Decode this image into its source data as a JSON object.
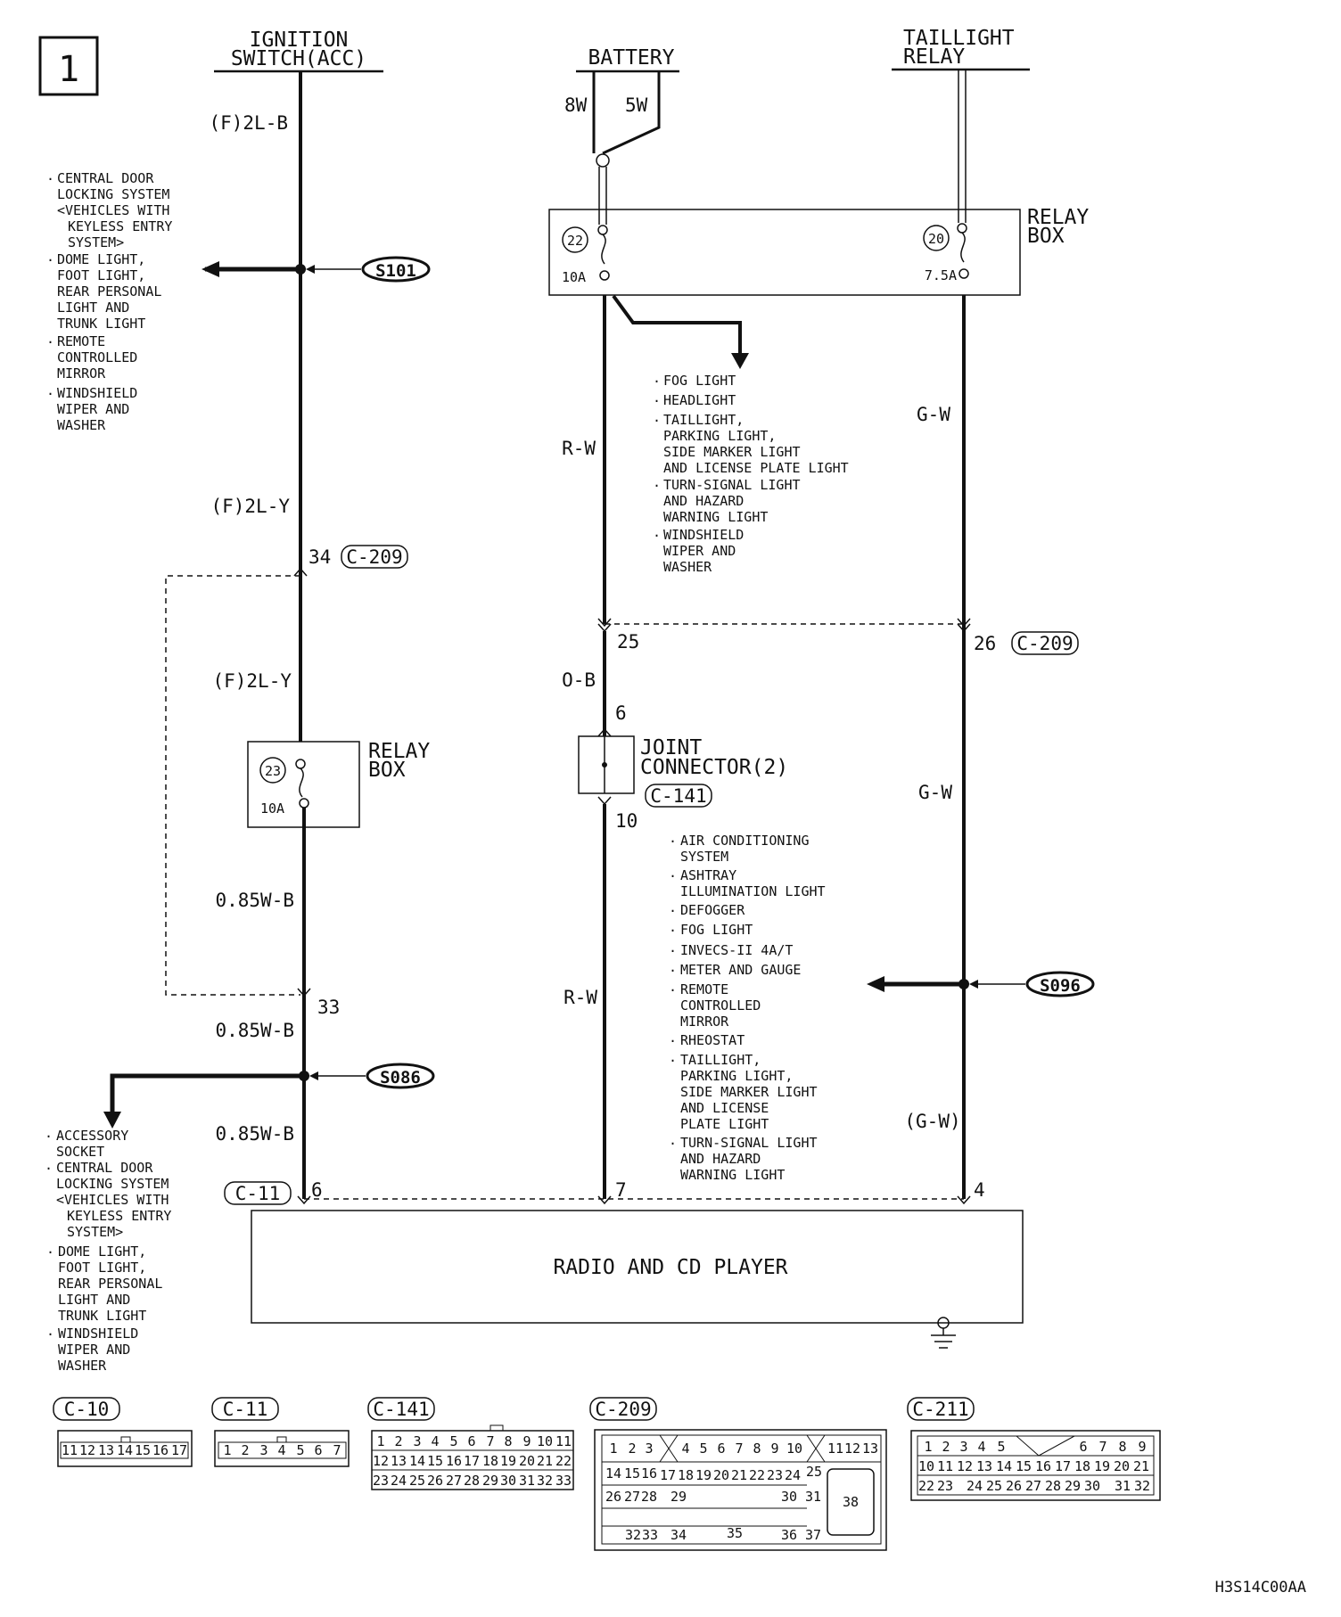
{
  "page_number": "1",
  "diagram_code": "H3S14C00AA",
  "headers": {
    "ignition": [
      "IGNITION",
      "SWITCH(ACC)"
    ],
    "battery": [
      "BATTERY"
    ],
    "taillight": [
      "TAILLIGHT",
      "RELAY"
    ]
  },
  "wire_labels": {
    "ign_1": "(F)2L-B",
    "ign_2": "(F)2L-Y",
    "ign_3": "(F)2L-Y",
    "ign_4": "0.85W-B",
    "ign_5": "0.85W-B",
    "ign_6": "0.85W-B",
    "bat_8w": "8W",
    "bat_5w": "5W",
    "bat_rw1": "R-W",
    "bat_ob": "O-B",
    "bat_rw2": "R-W",
    "tail_gw1": "G-W",
    "tail_gw2": "G-W",
    "tail_gw3": "(G-W)"
  },
  "relay_box_top": {
    "label": [
      "RELAY",
      "BOX"
    ],
    "fuse_a_num": "22",
    "fuse_a_amp": "10A",
    "fuse_b_num": "20",
    "fuse_b_amp": "7.5A"
  },
  "relay_box_left": {
    "label": [
      "RELAY",
      "BOX"
    ],
    "fuse_num": "23",
    "fuse_amp": "10A"
  },
  "joint_connector": {
    "label": [
      "JOINT",
      "CONNECTOR(2)"
    ],
    "connector": "C-141",
    "pin_in": "6",
    "pin_out": "10"
  },
  "splices": {
    "s101": "S101",
    "s086": "S086",
    "s096": "S096"
  },
  "c209_pins": {
    "ign": "34",
    "bat": "25",
    "tail": "26",
    "label": "C-209"
  },
  "c209_lower_pin": "33",
  "radio": {
    "label": "RADIO AND CD PLAYER",
    "connector": "C-11",
    "pin_ign": "6",
    "pin_bat": "7",
    "pin_tail": "4"
  },
  "lists": {
    "s101": [
      [
        "CENTRAL DOOR",
        "LOCKING SYSTEM",
        "<VEHICLES WITH",
        "KEYLESS ENTRY",
        "SYSTEM>"
      ],
      [
        "DOME LIGHT,",
        "FOOT LIGHT,",
        "REAR PERSONAL",
        "LIGHT AND",
        "TRUNK LIGHT"
      ],
      [
        "REMOTE",
        "CONTROLLED",
        "MIRROR"
      ],
      [
        "WINDSHIELD",
        "WIPER AND",
        "WASHER"
      ]
    ],
    "fuse22": [
      [
        "FOG LIGHT"
      ],
      [
        "HEADLIGHT"
      ],
      [
        "TAILLIGHT,",
        "PARKING LIGHT,",
        "SIDE MARKER LIGHT",
        "AND LICENSE PLATE LIGHT"
      ],
      [
        "TURN-SIGNAL LIGHT",
        "AND HAZARD",
        "WARNING LIGHT"
      ],
      [
        "WINDSHIELD",
        "WIPER AND",
        "WASHER"
      ]
    ],
    "s096": [
      [
        "AIR CONDITIONING",
        "SYSTEM"
      ],
      [
        "ASHTRAY",
        "ILLUMINATION LIGHT"
      ],
      [
        "DEFOGGER"
      ],
      [
        "FOG LIGHT"
      ],
      [
        "INVECS-II 4A/T"
      ],
      [
        "METER AND GAUGE"
      ],
      [
        "REMOTE",
        "CONTROLLED",
        "MIRROR"
      ],
      [
        "RHEOSTAT"
      ],
      [
        "TAILLIGHT,",
        "PARKING LIGHT,",
        "SIDE MARKER LIGHT",
        "AND LICENSE",
        "PLATE LIGHT"
      ],
      [
        "TURN-SIGNAL LIGHT",
        "AND HAZARD",
        "WARNING LIGHT"
      ]
    ],
    "s086": [
      [
        "ACCESSORY",
        "SOCKET"
      ],
      [
        "CENTRAL DOOR",
        "LOCKING SYSTEM",
        "<VEHICLES WITH",
        "KEYLESS ENTRY",
        "SYSTEM>"
      ],
      [
        "DOME LIGHT,",
        "FOOT LIGHT,",
        "REAR PERSONAL",
        "LIGHT AND",
        "TRUNK LIGHT"
      ],
      [
        "WINDSHIELD",
        "WIPER AND",
        "WASHER"
      ]
    ]
  },
  "connectors": [
    {
      "name": "C-10",
      "rows": [
        [
          "11",
          "12",
          "13",
          "14",
          "15",
          "16",
          "17"
        ]
      ]
    },
    {
      "name": "C-11",
      "rows": [
        [
          "1",
          "2",
          "3",
          "4",
          "5",
          "6",
          "7"
        ]
      ]
    },
    {
      "name": "C-141",
      "rows": [
        [
          "1",
          "2",
          "3",
          "4",
          "5",
          "6",
          "7",
          "8",
          "9",
          "10",
          "11"
        ],
        [
          "12",
          "13",
          "14",
          "15",
          "16",
          "17",
          "18",
          "19",
          "20",
          "21",
          "22"
        ],
        [
          "23",
          "24",
          "25",
          "26",
          "27",
          "28",
          "29",
          "30",
          "31",
          "32",
          "33"
        ]
      ]
    },
    {
      "name": "C-209",
      "rows": [
        [
          "1",
          "2",
          "3",
          "",
          "4",
          "5",
          "6",
          "7",
          "8",
          "9",
          "10",
          "",
          "11",
          "12",
          "13"
        ],
        [
          "14",
          "15",
          "16",
          "17",
          "18",
          "19",
          "20",
          "21",
          "22",
          "23",
          "24",
          "25"
        ],
        [
          "26",
          "27",
          "28",
          "29",
          "30",
          "31"
        ],
        [
          "32",
          "33",
          "34",
          "35",
          "36",
          "37"
        ],
        [
          "38"
        ]
      ]
    },
    {
      "name": "C-211",
      "rows": [
        [
          "1",
          "2",
          "3",
          "4",
          "5",
          "",
          "6",
          "7",
          "8",
          "9"
        ],
        [
          "10",
          "11",
          "12",
          "13",
          "14",
          "15",
          "16",
          "17",
          "18",
          "19",
          "20",
          "21"
        ],
        [
          "22",
          "23",
          "24",
          "25",
          "26",
          "27",
          "28",
          "29",
          "30",
          "31",
          "32"
        ]
      ]
    }
  ]
}
